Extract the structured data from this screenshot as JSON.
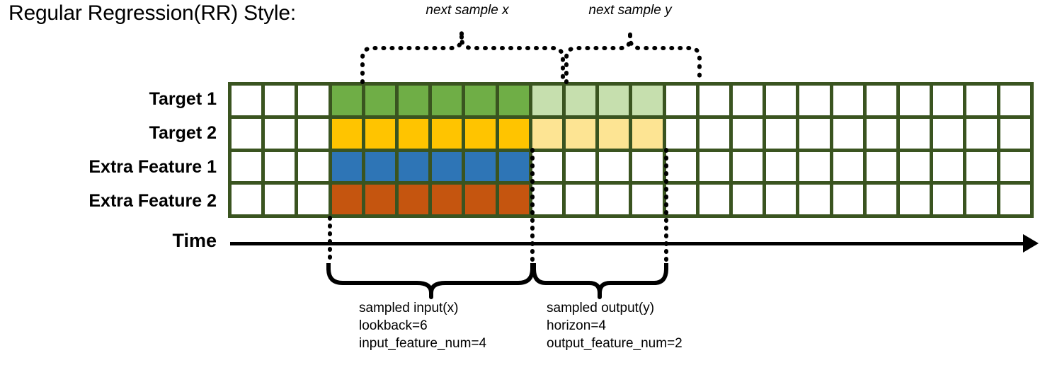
{
  "title": "Regular Regression(RR) Style:",
  "annotations": {
    "next_sample_x": "next sample x",
    "next_sample_y": "next sample y"
  },
  "rows": [
    {
      "name": "Target 1",
      "label": "Target 1"
    },
    {
      "name": "Target 2",
      "label": "Target 2"
    },
    {
      "name": "Extra Feature 1",
      "label": "Extra Feature 1"
    },
    {
      "name": "Extra Feature 2",
      "label": "Extra Feature 2"
    }
  ],
  "time_axis": {
    "label": "Time"
  },
  "captions": {
    "input": {
      "line1": "sampled input(x)",
      "line2": "lookback=6",
      "line3": "input_feature_num=4"
    },
    "output": {
      "line1": "sampled output(y)",
      "line2": "horizon=4",
      "line3": "output_feature_num=2"
    }
  },
  "chart_data": {
    "type": "heatmap",
    "title": "Regular Regression(RR) Style:",
    "total_columns": 24,
    "input_start_column": 4,
    "input_end_column": 9,
    "output_start_column": 10,
    "output_end_column": 13,
    "lookback": 6,
    "horizon": 4,
    "input_feature_num": 4,
    "output_feature_num": 2,
    "row_names": [
      "Target 1",
      "Target 2",
      "Extra Feature 1",
      "Extra Feature 2"
    ],
    "cell_fills": [
      [
        "empty",
        "empty",
        "empty",
        "input",
        "input",
        "input",
        "input",
        "input",
        "input",
        "output",
        "output",
        "output",
        "output",
        "empty",
        "empty",
        "empty",
        "empty",
        "empty",
        "empty",
        "empty",
        "empty",
        "empty",
        "empty",
        "empty"
      ],
      [
        "empty",
        "empty",
        "empty",
        "input",
        "input",
        "input",
        "input",
        "input",
        "input",
        "output",
        "output",
        "output",
        "output",
        "empty",
        "empty",
        "empty",
        "empty",
        "empty",
        "empty",
        "empty",
        "empty",
        "empty",
        "empty",
        "empty"
      ],
      [
        "empty",
        "empty",
        "empty",
        "input",
        "input",
        "input",
        "input",
        "input",
        "input",
        "empty",
        "empty",
        "empty",
        "empty",
        "empty",
        "empty",
        "empty",
        "empty",
        "empty",
        "empty",
        "empty",
        "empty",
        "empty",
        "empty",
        "empty"
      ],
      [
        "empty",
        "empty",
        "empty",
        "input",
        "input",
        "input",
        "input",
        "input",
        "input",
        "empty",
        "empty",
        "empty",
        "empty",
        "empty",
        "empty",
        "empty",
        "empty",
        "empty",
        "empty",
        "empty",
        "empty",
        "empty",
        "empty",
        "empty"
      ]
    ]
  },
  "colors": {
    "grid_border": "#3a5420",
    "empty_cell": "#ffffff",
    "row1_input": "#6fae46",
    "row1_output": "#c6dfae",
    "row2_input": "#ffc400",
    "row2_output": "#fde493",
    "row3_input": "#2e75b6",
    "row4_input": "#c5550f",
    "axis": "#000000",
    "text": "#000000"
  }
}
